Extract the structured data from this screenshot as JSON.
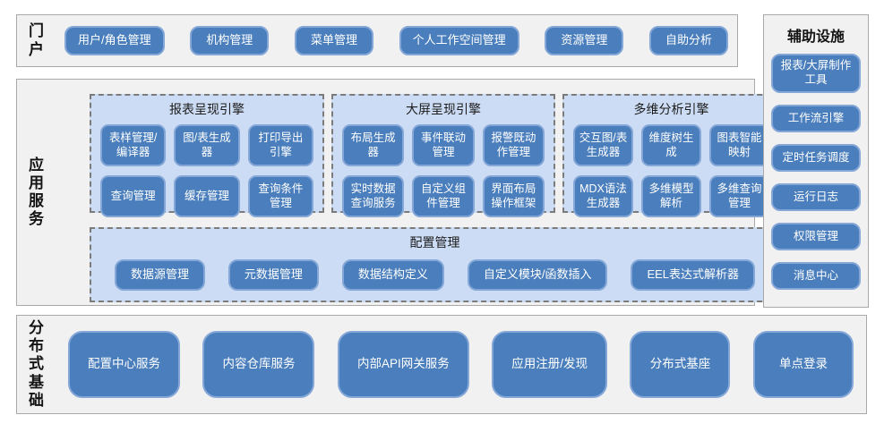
{
  "colors": {
    "button_fill": "#4a7ebc",
    "button_border": "#84a7d7",
    "panel_fill": "#ccdcf4",
    "panel_border": "#7b7b7b",
    "section_fill": "#f1f1f1",
    "section_border": "#a9a9a9"
  },
  "portal": {
    "label": "门户",
    "items": [
      "用户/角色管理",
      "机构管理",
      "菜单管理",
      "个人工作空间管理",
      "资源管理",
      "自助分析"
    ]
  },
  "app_services": {
    "label": "应用服务",
    "engines": [
      {
        "title": "报表呈现引擎",
        "items": [
          "表样管理/编译器",
          "图/表生成器",
          "打印导出引擎",
          "查询管理",
          "缓存管理",
          "查询条件管理"
        ]
      },
      {
        "title": "大屏呈现引擎",
        "items": [
          "布局生成器",
          "事件联动管理",
          "报警既动作管理",
          "实时数据查询服务",
          "自定义组件管理",
          "界面布局操作框架"
        ]
      },
      {
        "title": "多维分析引擎",
        "items": [
          "交互图/表生成器",
          "维度树生成",
          "图表智能映射",
          "MDX语法生成器",
          "多维模型解析",
          "多维查询管理"
        ]
      }
    ],
    "config": {
      "title": "配置管理",
      "items": [
        "数据源管理",
        "元数据管理",
        "数据结构定义",
        "自定义模块/函数插入",
        "EEL表达式解析器"
      ]
    }
  },
  "distributed": {
    "label": "分布式基础",
    "items": [
      "配置中心服务",
      "内容仓库服务",
      "内部API网关服务",
      "应用注册/发现",
      "分布式基座",
      "单点登录"
    ]
  },
  "auxiliary": {
    "title": "辅助设施",
    "items": [
      "报表/大屏制作工具",
      "工作流引擎",
      "定时任务调度",
      "运行日志",
      "权限管理",
      "消息中心"
    ]
  }
}
